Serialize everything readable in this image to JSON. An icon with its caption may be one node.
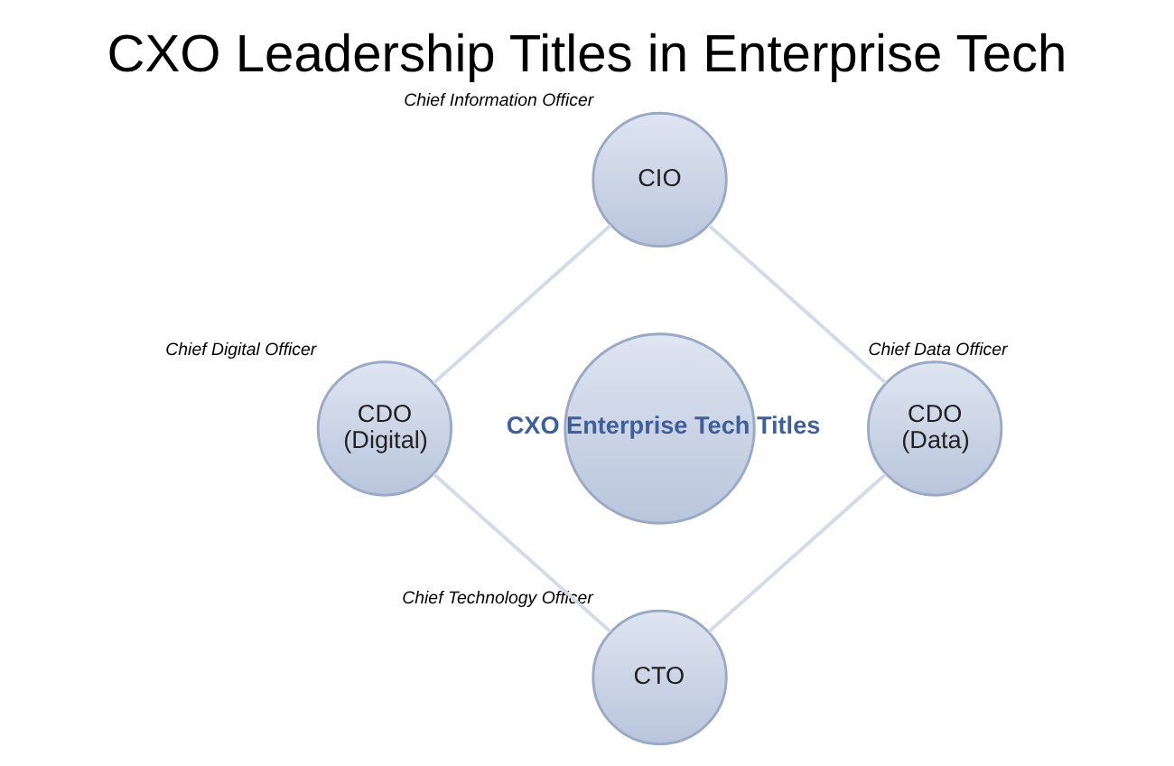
{
  "diagram": {
    "title": "CXO Leadership Titles in Enterprise Tech",
    "nodes": [
      {
        "text": [
          "CIO"
        ],
        "beside": [
          "Chief Information Officer"
        ]
      },
      {
        "text": [
          "CDO",
          "(Digital)"
        ],
        "beside": [
          "Chief Digital Officer"
        ]
      },
      {
        "text": [
          "CXO Enterprise Tech Titles"
        ]
      },
      {
        "text": [
          "CDO",
          "(Data)"
        ],
        "beside": [
          "Chief Data Officer"
        ]
      },
      {
        "text": [
          "CTO"
        ],
        "beside": [
          "Chief Technology Officer"
        ]
      }
    ],
    "edges": [
      {
        "from": 0,
        "to": 3,
        "arrow": "none"
      },
      {
        "from": 3,
        "to": 4,
        "arrow": "none"
      },
      {
        "from": 4,
        "to": 1,
        "arrow": "none"
      },
      {
        "from": 1,
        "to": 0,
        "arrow": "none"
      }
    ]
  }
}
